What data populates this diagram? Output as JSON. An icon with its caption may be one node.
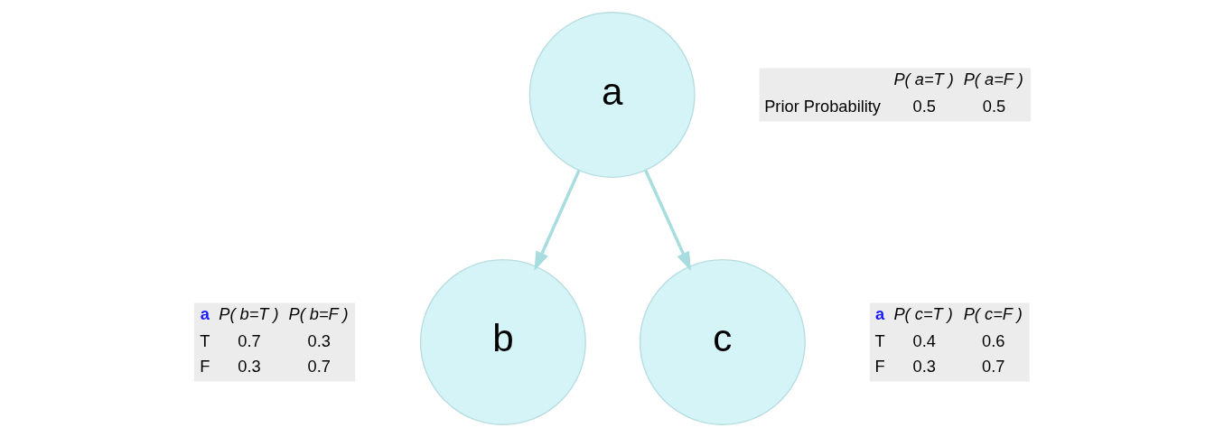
{
  "diagram": {
    "nodes": [
      {
        "text": [
          "a"
        ],
        "beside": [
          "P( a=T )",
          "P( a=F )",
          "Prior Probability",
          "0.5",
          "0.5"
        ]
      },
      {
        "text": [
          "b"
        ],
        "beside": [
          "a",
          "P( b=T )",
          "P( b=F )",
          "T",
          "0.7",
          "0.3",
          "F",
          "0.3",
          "0.7"
        ]
      },
      {
        "text": [
          "c"
        ],
        "beside": [
          "a",
          "P( c=T )",
          "P( c=F )",
          "T",
          "0.4",
          "0.6",
          "F",
          "0.3",
          "0.7"
        ]
      }
    ],
    "edges": [
      {
        "from": 0,
        "to": 1,
        "arrow": "to"
      },
      {
        "from": 0,
        "to": 2,
        "arrow": "to"
      }
    ]
  }
}
